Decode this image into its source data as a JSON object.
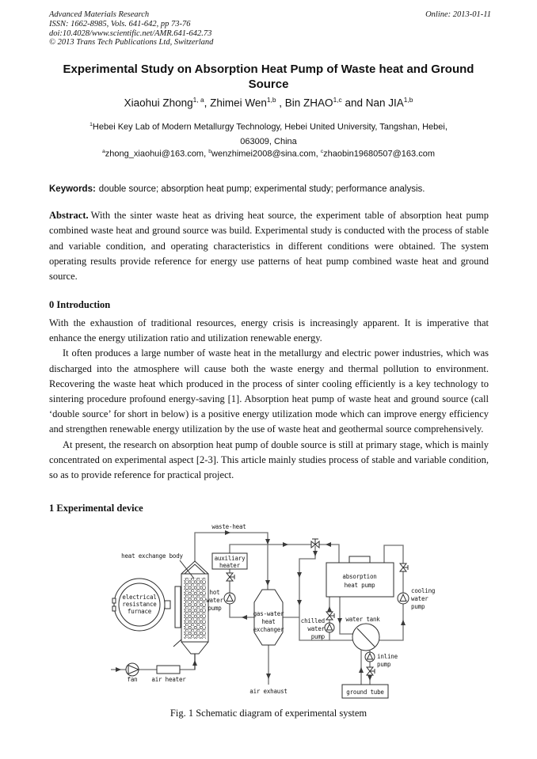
{
  "header": {
    "journal": "Advanced Materials Research",
    "issn_line": "ISSN: 1662-8985, Vols. 641-642, pp 73-76",
    "doi_line": "doi:10.4028/www.scientific.net/AMR.641-642.73",
    "copyright_line": "© 2013 Trans Tech Publications Ltd, Switzerland",
    "online_date": "Online: 2013-01-11"
  },
  "title": "Experimental Study on Absorption Heat Pump of Waste heat and Ground\nSource",
  "authors": [
    {
      "name": "Xiaohui Zhong",
      "sup": "1, a",
      "sep": ", "
    },
    {
      "name": "Zhimei Wen",
      "sup": "1,b",
      "sep": " , "
    },
    {
      "name": "Bin ZHAO",
      "sup": "1,c",
      "sep": " and "
    },
    {
      "name": "Nan JIA",
      "sup": "1,b",
      "sep": ""
    }
  ],
  "affiliation": {
    "sup": "1",
    "text": "Hebei Key Lab of Modern Metallurgy Technology, Hebei United University, Tangshan, Hebei,\n063009, China"
  },
  "emails": [
    {
      "sup": "a",
      "text": "zhong_xiaohui@163.com",
      "sep": ", "
    },
    {
      "sup": "b",
      "text": "wenzhimei2008@sina.com",
      "sep": ", "
    },
    {
      "sup": "c",
      "text": "zhaobin19680507@163.com",
      "sep": ""
    }
  ],
  "keywords": {
    "label": "Keywords:",
    "text": "double source; absorption heat pump; experimental study; performance analysis."
  },
  "abstract": {
    "label": "Abstract.",
    "text": "With the sinter waste heat as driving heat source, the experiment table of absorption heat pump combined waste heat and ground source was build. Experimental study is conducted with the process of stable and variable condition, and operating characteristics in different conditions were obtained. The system operating results provide reference for energy use patterns of heat pump combined waste heat and ground source."
  },
  "sections": {
    "intro_heading": "0 Introduction",
    "intro_p1": "With the exhaustion of traditional resources, energy crisis is increasingly apparent. It is imperative that enhance the energy utilization ratio and utilization renewable energy.",
    "intro_p2": "It often produces a large number of waste heat in the metallurgy and electric power industries, which was discharged into the atmosphere will cause both the waste energy and thermal pollution to environment. Recovering the waste heat which produced in the process of sinter cooling efficiently is a key technology to sintering procedure profound energy-saving [1]. Absorption heat pump of waste heat and ground source (call ‘double source’ for short in below) is a positive energy utilization mode which can improve energy efficiency and strengthen renewable energy utilization by the use of waste heat and geothermal source comprehensively.",
    "intro_p3": "At present, the research on absorption heat pump of double source is still at primary stage, which is mainly concentrated on experimental aspect [2-3]. This article mainly studies process of stable and variable condition, so as to provide reference for practical project.",
    "device_heading": "1 Experimental device"
  },
  "figure": {
    "caption": "Fig. 1 Schematic diagram of experimental system",
    "labels": {
      "waste_heat": "waste-heat",
      "heat_exchange_body": "heat exchange body",
      "auxiliary_heater": "auxiliary\nheater",
      "hot_water_pump": "hot\nwater\npump",
      "electrical_resistance_furnace": "electrical\nresistance\nfurnace",
      "gas_water_heat_exchanger": "gas-water\nheat\nexchanger",
      "fan": "fan",
      "air_heater": "air heater",
      "air_exhaust": "air exhaust",
      "absorption_heat_pump": "absorption\nheat pump",
      "cooling_water_pump": "cooling\nwater\npump",
      "chilled_water_pump": "chilled\nwater\npump",
      "water_tank": "water tank",
      "inline_pump": "inline\npump",
      "ground_tube": "ground tube"
    }
  }
}
